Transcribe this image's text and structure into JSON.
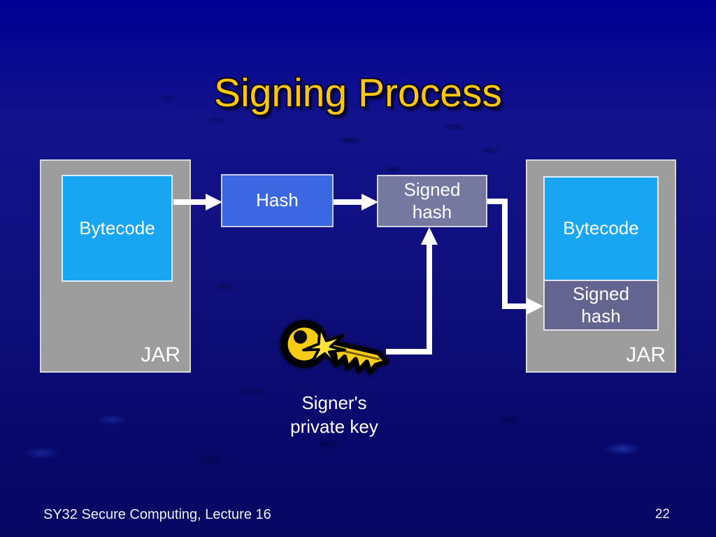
{
  "slide": {
    "title": "Signing Process",
    "footer_left": "SY32 Secure Computing, Lecture 16",
    "page_number": "22"
  },
  "diagram": {
    "left_jar": {
      "name": "JAR",
      "bytecode": "Bytecode"
    },
    "hash": "Hash",
    "signed_hash": "Signed\nhash",
    "right_jar": {
      "name": "JAR",
      "bytecode": "Bytecode",
      "signed_hash": "Signed\nhash"
    },
    "key_caption": "Signer's\nprivate key",
    "icons": {
      "key": "signer-private-key-icon"
    },
    "arrows": [
      "bytecode-to-hash",
      "hash-to-signed-hash",
      "private-key-to-signed-hash",
      "signed-hash-to-jar"
    ]
  },
  "colors": {
    "bg-top": "#000094",
    "bg-mid": "#10107e",
    "bg-bottom": "#060663",
    "title-yellow": "#ffc60a",
    "jar-gray": "#9d9d9d",
    "bytecode-cyan": "#18a5f2",
    "hash-blue": "#3b68e2",
    "signed-slate": "#75789f",
    "signed-slate-dark": "#636590",
    "arrow-white": "#ffffff",
    "text-white": "#ffffff",
    "key-gold": "#f6cd13"
  }
}
